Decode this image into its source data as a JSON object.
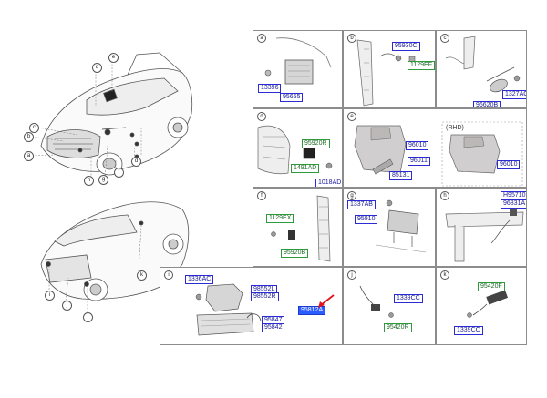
{
  "callouts_top": [
    {
      "id": "d",
      "label": "d"
    },
    {
      "id": "e",
      "label": "e"
    },
    {
      "id": "c",
      "label": "c"
    },
    {
      "id": "b",
      "label": "b"
    },
    {
      "id": "a",
      "label": "a"
    },
    {
      "id": "h",
      "label": "h"
    },
    {
      "id": "g",
      "label": "g"
    },
    {
      "id": "f",
      "label": "f"
    },
    {
      "id": "d2",
      "label": "d"
    }
  ],
  "callouts_bottom": [
    {
      "id": "i",
      "label": "i"
    },
    {
      "id": "j",
      "label": "j"
    },
    {
      "id": "i2",
      "label": "i"
    },
    {
      "id": "k",
      "label": "k"
    }
  ],
  "panels": {
    "a": {
      "letter": "a",
      "parts": [
        "13396",
        "95655"
      ]
    },
    "b": {
      "letter": "b",
      "parts": [
        "95930C",
        "1129EF"
      ]
    },
    "c": {
      "letter": "c",
      "parts": [
        "96620B",
        "1327AC"
      ]
    },
    "d": {
      "letter": "d",
      "parts": [
        "95920R",
        "1491AD",
        "1018AD"
      ]
    },
    "e": {
      "letter": "e",
      "rhd": "(RHD)",
      "parts": [
        "96010",
        "96011",
        "85131",
        "96010"
      ]
    },
    "f": {
      "letter": "f",
      "parts": [
        "1129EX",
        "95920B"
      ]
    },
    "g": {
      "letter": "g",
      "parts": [
        "1337AB",
        "95910"
      ]
    },
    "h": {
      "letter": "h",
      "parts": [
        "H95710",
        "96831A"
      ]
    },
    "i": {
      "letter": "i",
      "parts": [
        "1336AC",
        "98552L",
        "98552R",
        "95812A",
        "95847",
        "95842"
      ]
    },
    "j": {
      "letter": "j",
      "parts": [
        "1339CC",
        "95420R"
      ]
    },
    "k": {
      "letter": "k",
      "parts": [
        "95420F",
        "1339CC"
      ]
    }
  },
  "colors": {
    "part_border_blue": "#2b2bd6",
    "part_border_green": "#2e9a3a",
    "highlight": "#2b5cff",
    "arrow": "#e0141e"
  }
}
